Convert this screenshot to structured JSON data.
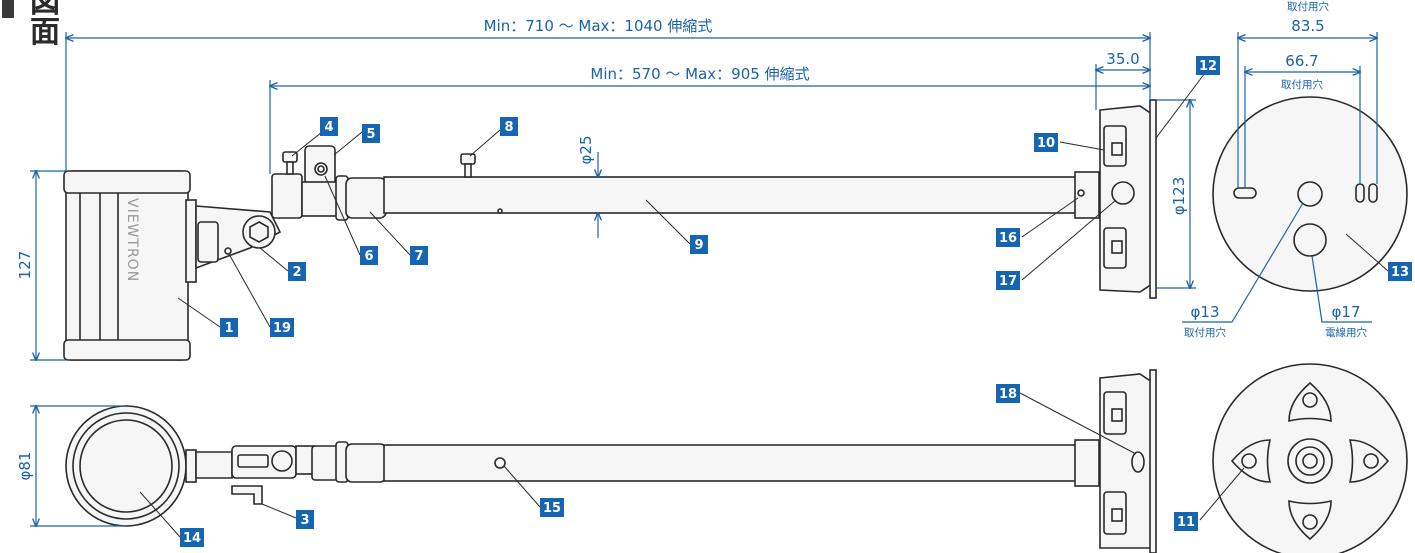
{
  "heading": "図面",
  "colors": {
    "dimension": "#1a63a8",
    "badge": "#1565b0",
    "outline": "#2a2a2a",
    "fill": "#f6f6f6",
    "heading_bar": "#3b3b3b"
  },
  "dimensions": {
    "overall_length": "Min：710 ～ Max：1040 伸縮式",
    "arm_length": "Min：570 ～ Max：905 伸縮式",
    "pole_diameter": "φ25",
    "plate_offset": "35.0",
    "housing_height": "127",
    "plate_diameter": "φ123",
    "lens_diameter": "φ81",
    "hole_span_outer": "83.5",
    "hole_span_outer_note": "取付用穴",
    "hole_span_inner": "66.7",
    "hole_span_inner_note": "取付用穴",
    "center_hole": "φ13",
    "center_hole_note": "取付用穴",
    "cable_hole": "φ17",
    "cable_hole_note": "電線用穴"
  },
  "brand": "VIEWTRON",
  "callouts": [
    "1",
    "2",
    "3",
    "4",
    "5",
    "6",
    "7",
    "8",
    "9",
    "10",
    "11",
    "12",
    "13",
    "14",
    "15",
    "16",
    "17",
    "18",
    "19"
  ]
}
